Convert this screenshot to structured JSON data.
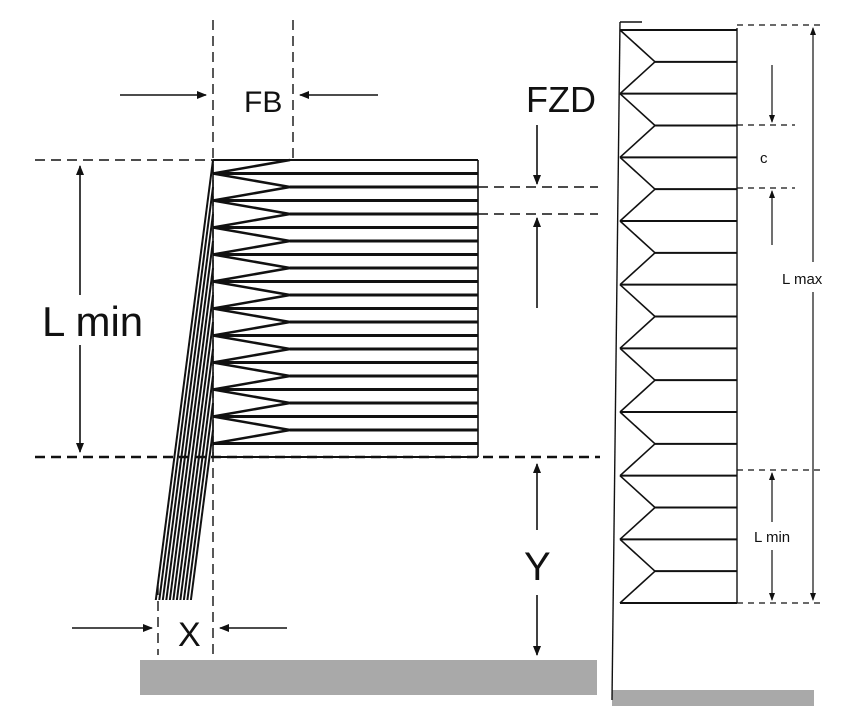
{
  "left_diagram": {
    "fb_label": "FB",
    "fzd_label": "FZD",
    "lmin_label": "L min",
    "x_label": "X",
    "y_label": "Y"
  },
  "right_diagram": {
    "c_label": "c",
    "lmax_label": "L max",
    "lmin_label": "L min"
  },
  "colors": {
    "line": "#111111",
    "ground": "#a9a9a9"
  }
}
